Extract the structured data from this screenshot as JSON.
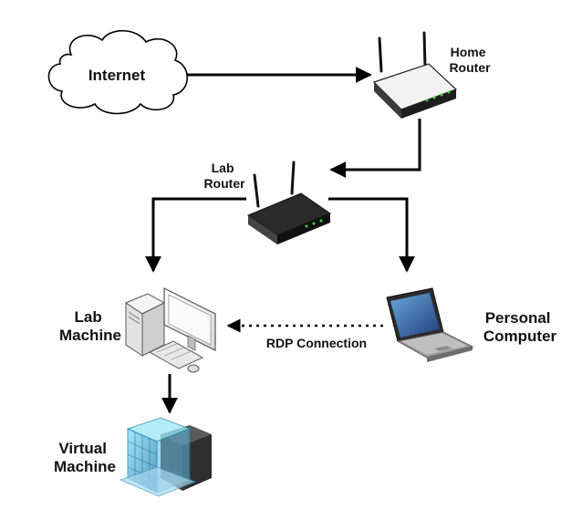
{
  "nodes": {
    "internet": {
      "label": "Internet",
      "icon": "cloud-icon"
    },
    "home_router": {
      "label_line1": "Home",
      "label_line2": "Router",
      "icon": "wireless-router-icon"
    },
    "lab_router": {
      "label_line1": "Lab",
      "label_line2": "Router",
      "icon": "wireless-router-icon"
    },
    "lab_machine": {
      "label_line1": "Lab",
      "label_line2": "Machine",
      "icon": "desktop-computer-icon"
    },
    "personal_computer": {
      "label_line1": "Personal",
      "label_line2": "Computer",
      "icon": "laptop-icon"
    },
    "virtual_machine": {
      "label_line1": "Virtual",
      "label_line2": "Machine",
      "icon": "virtual-machine-icon"
    }
  },
  "edges": {
    "rdp_label": "RDP Connection"
  },
  "colors": {
    "arrow": "#000000",
    "text": "#111111",
    "router_body": "#1a1a1a",
    "laptop_screen": "#3a6ea8",
    "vm_grid": "#2fa7c9"
  }
}
